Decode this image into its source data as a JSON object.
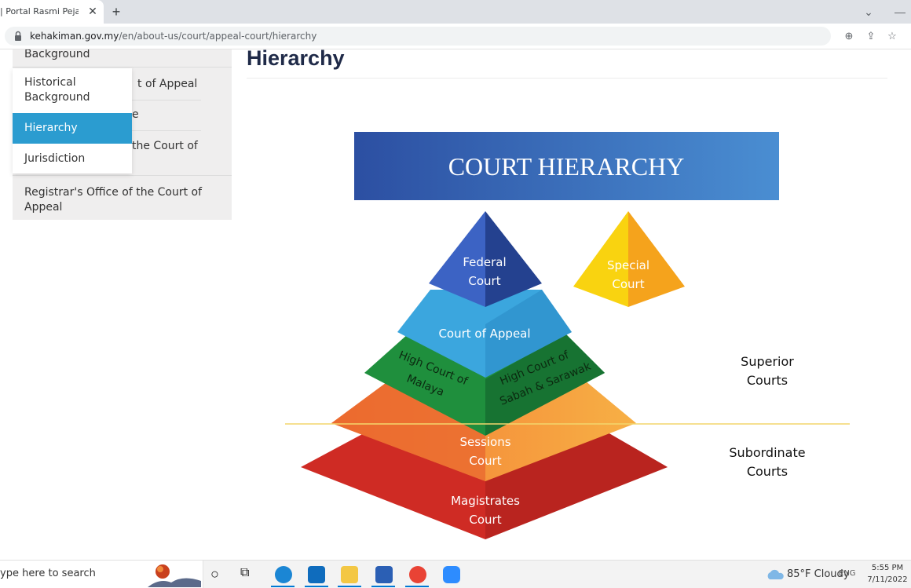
{
  "browser": {
    "tab_title": "| Portal Rasmi Pejabat K",
    "tab_close": "✕",
    "new_tab": "+",
    "minimize": "—",
    "chevron": "⌄",
    "url_host": "kehakiman.gov.my",
    "url_path": "/en/about-us/court/appeal-court/hierarchy",
    "zoom": "⊕",
    "share": "⇪",
    "bookmark": "☆"
  },
  "sidebar": {
    "items": [
      {
        "label_line1": "Background"
      },
      {
        "label_fragment": "t of Appeal"
      },
      {
        "label_fragment": "e"
      },
      {
        "label_fragment": "the Court of"
      },
      {
        "label_line1": "Registrar's Office of the Court of",
        "label_line2": "Appeal"
      }
    ],
    "submenu": [
      {
        "label_line1": "Historical",
        "label_line2": "Background"
      },
      {
        "label_line1": "Hierarchy",
        "active": true
      },
      {
        "label_line1": "Jurisdiction"
      }
    ]
  },
  "main": {
    "title": "Hierarchy"
  },
  "diagram": {
    "banner": "COURT HIERARCHY",
    "federal": [
      "Federal",
      "Court"
    ],
    "special": [
      "Special",
      "Court"
    ],
    "appeal": "Court of Appeal",
    "malaya": [
      "High Court of",
      "Malaya"
    ],
    "sabah": [
      "High Court of",
      "Sabah & Sarawak"
    ],
    "sessions": [
      "Sessions",
      "Court"
    ],
    "magistrates": [
      "Magistrates",
      "Court"
    ],
    "superior": [
      "Superior",
      "Courts"
    ],
    "subordinate": [
      "Subordinate",
      "Courts"
    ],
    "colors": {
      "banner_dark": "#2b4fa3",
      "banner_light": "#4a8fd1",
      "federal": "#2e53b3",
      "appeal": "#3aa3dc",
      "high": "#1f8b3b",
      "sessions": "#f08a3b",
      "magistrates": "#d8302b",
      "special": "#f5b21a",
      "divider": "#f5d56a"
    }
  },
  "taskbar": {
    "search_placeholder": "ype here to search",
    "weather": "85°F  Cloudy",
    "lang": "ENG",
    "time": "5:55 PM",
    "date": "7/11/2022"
  }
}
